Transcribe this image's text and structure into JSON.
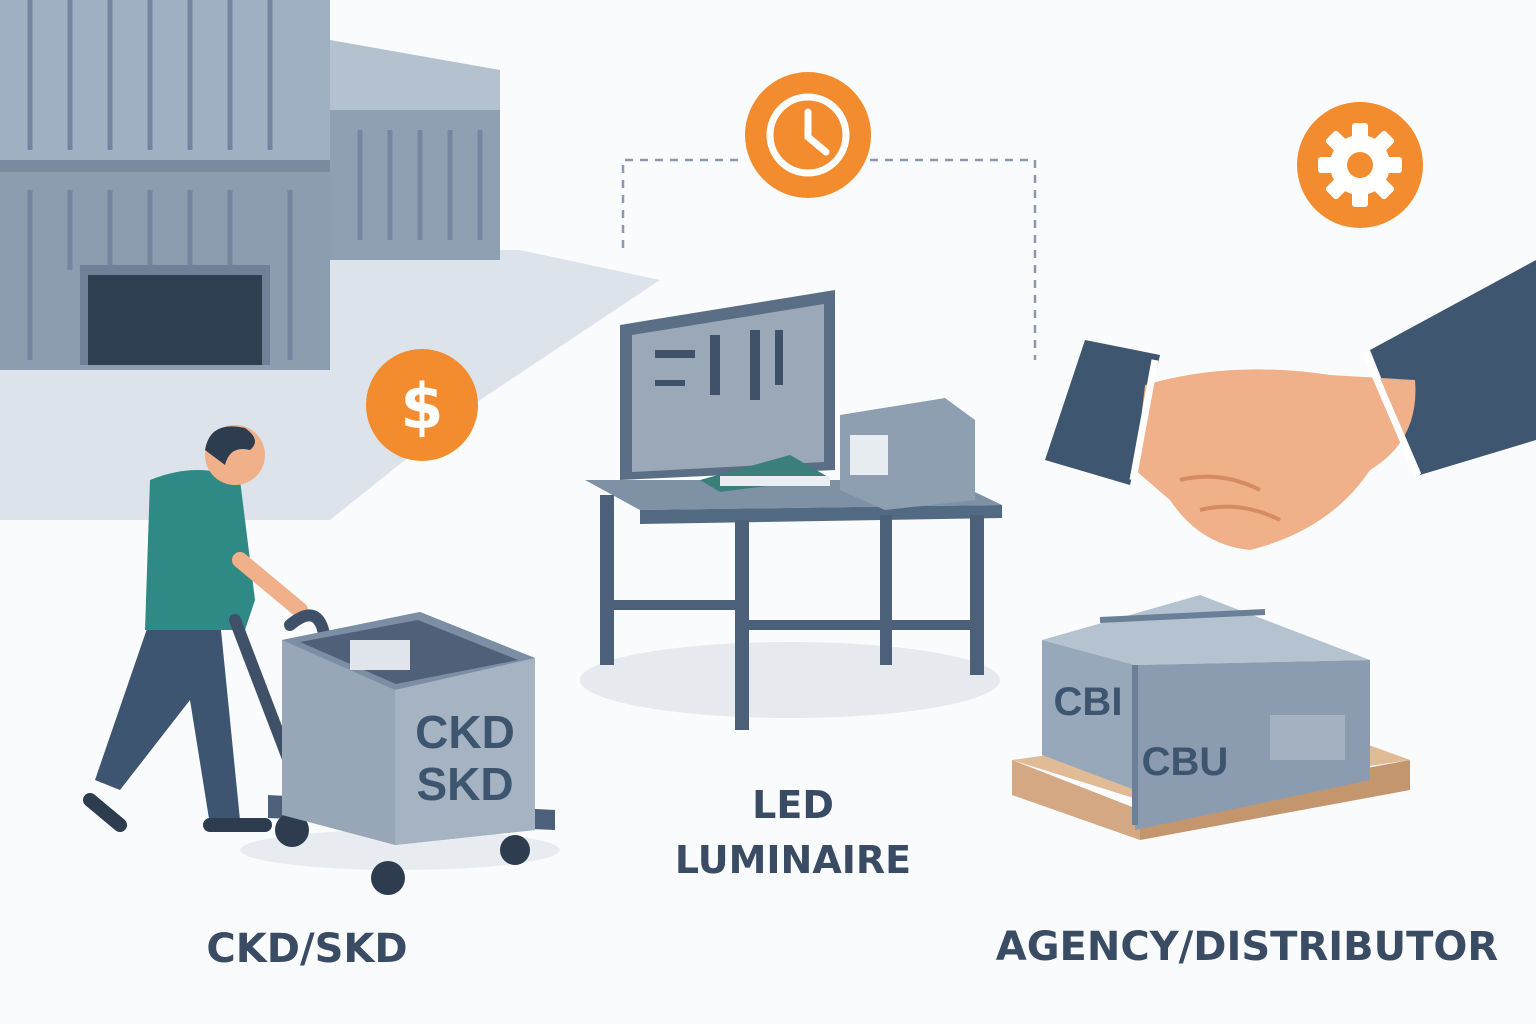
{
  "labels": {
    "left": "CKD/SKD",
    "center_line1": "LED",
    "center_line2": "LUMINAIRE",
    "right": "AGENCY/DISTRIBUTOR"
  },
  "box_text": {
    "ckd_box_line1": "CKD",
    "ckd_box_line2": "SKD",
    "pallet_box_left": "CBI",
    "pallet_box_front": "CBU"
  },
  "icons": {
    "dollar": "$",
    "clock": "clock-icon",
    "gear": "gear-icon"
  },
  "colors": {
    "accent": "#f28c2e",
    "text": "#3a4c63",
    "building": "#8d9db0",
    "navy": "#3f5670"
  }
}
